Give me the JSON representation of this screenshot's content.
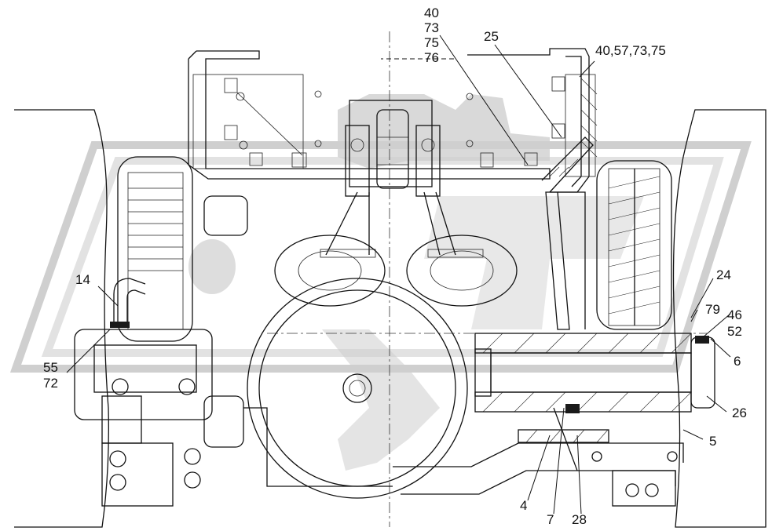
{
  "callouts": [
    {
      "id": "c40",
      "text": "40"
    },
    {
      "id": "c73",
      "text": "73"
    },
    {
      "id": "c75",
      "text": "75"
    },
    {
      "id": "c76",
      "text": "76"
    },
    {
      "id": "c25",
      "text": "25"
    },
    {
      "id": "c40_57_73_75",
      "text": "40,57,73,75"
    },
    {
      "id": "c14",
      "text": "14"
    },
    {
      "id": "c24",
      "text": "24"
    },
    {
      "id": "c79",
      "text": "79"
    },
    {
      "id": "c46",
      "text": "46"
    },
    {
      "id": "c52",
      "text": "52"
    },
    {
      "id": "c6",
      "text": "6"
    },
    {
      "id": "c55",
      "text": "55"
    },
    {
      "id": "c72",
      "text": "72"
    },
    {
      "id": "c26",
      "text": "26"
    },
    {
      "id": "c5",
      "text": "5"
    },
    {
      "id": "c4",
      "text": "4"
    },
    {
      "id": "c7",
      "text": "7"
    },
    {
      "id": "c28",
      "text": "28"
    }
  ],
  "colors": {
    "line": "#111111",
    "watermark": "#d9d9d9",
    "background": "#ffffff"
  },
  "icons": [
    "watermark-gear-logo"
  ]
}
